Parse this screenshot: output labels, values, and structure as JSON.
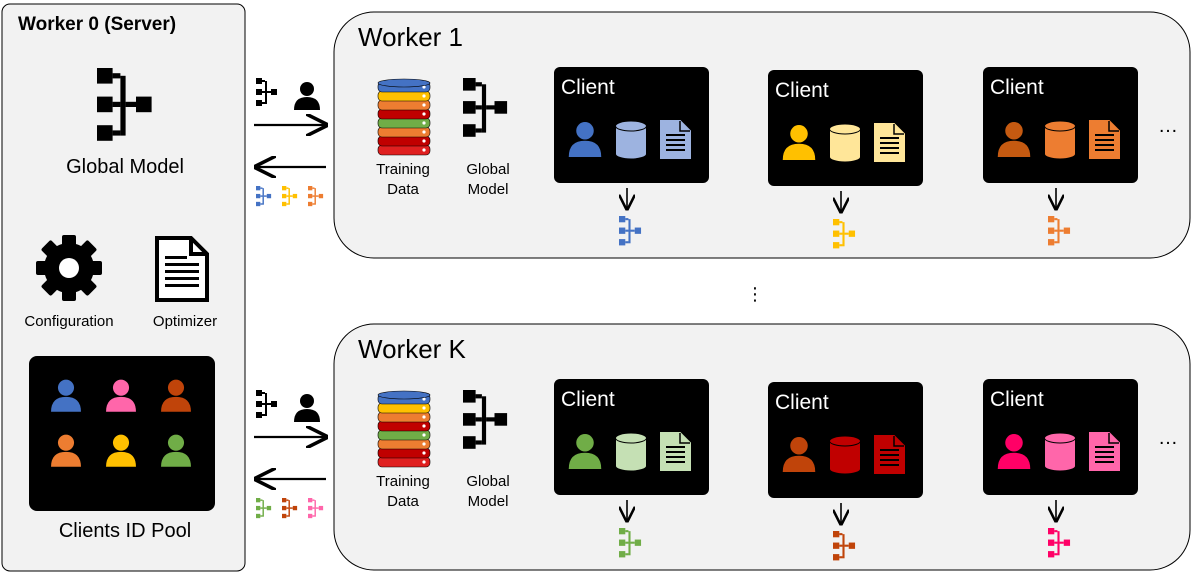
{
  "server": {
    "title": "Worker 0 (Server)",
    "global_model_label": "Global Model",
    "configuration_label": "Configuration",
    "optimizer_label": "Optimizer",
    "clients_pool_label": "Clients ID Pool",
    "pool_colors": [
      "#4472C4",
      "#FF66AA",
      "#C0440A",
      "#ED7D31",
      "#FFC000",
      "#70AD47"
    ]
  },
  "workers": [
    {
      "title": "Worker 1",
      "training_data_label": [
        "Training",
        "Data"
      ],
      "global_model_label": [
        "Global",
        "Model"
      ],
      "return_colors": [
        "#4472C4",
        "#FFC000",
        "#ED7D31"
      ],
      "clients": [
        {
          "label": "Client",
          "color": "#4472C4",
          "light": "#9DB3E0"
        },
        {
          "label": "Client",
          "color": "#FFC000",
          "light": "#FFE699"
        },
        {
          "label": "Client",
          "color": "#C55A11",
          "light": "#ED7D31",
          "model": "#ED7D31"
        }
      ]
    },
    {
      "title": "Worker K",
      "training_data_label": [
        "Training",
        "Data"
      ],
      "global_model_label": [
        "Global",
        "Model"
      ],
      "return_colors": [
        "#70AD47",
        "#C0440A",
        "#FF66AA"
      ],
      "clients": [
        {
          "label": "Client",
          "color": "#70AD47",
          "light": "#C5E0B4"
        },
        {
          "label": "Client",
          "color": "#C0440A",
          "light": "#C00000"
        },
        {
          "label": "Client",
          "color": "#FF0066",
          "light": "#FF66AA"
        }
      ]
    }
  ],
  "ellipsis": "…"
}
